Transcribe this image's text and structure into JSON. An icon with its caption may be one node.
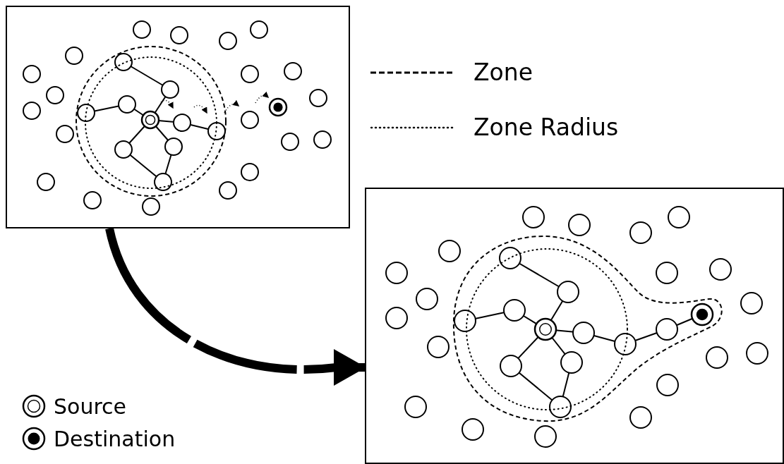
{
  "diagram": {
    "nodes": [
      {
        "text": [],
        "shape": "box"
      },
      {
        "text": [],
        "shape": "box"
      }
    ],
    "edges": [
      {
        "from": 0,
        "to": 1,
        "arrow": "to",
        "style": "dashed"
      }
    ],
    "legend": [
      {
        "text": "Zone"
      },
      {
        "text": "Zone Radius"
      },
      {
        "text": "Source"
      },
      {
        "text": "Destination"
      }
    ]
  }
}
